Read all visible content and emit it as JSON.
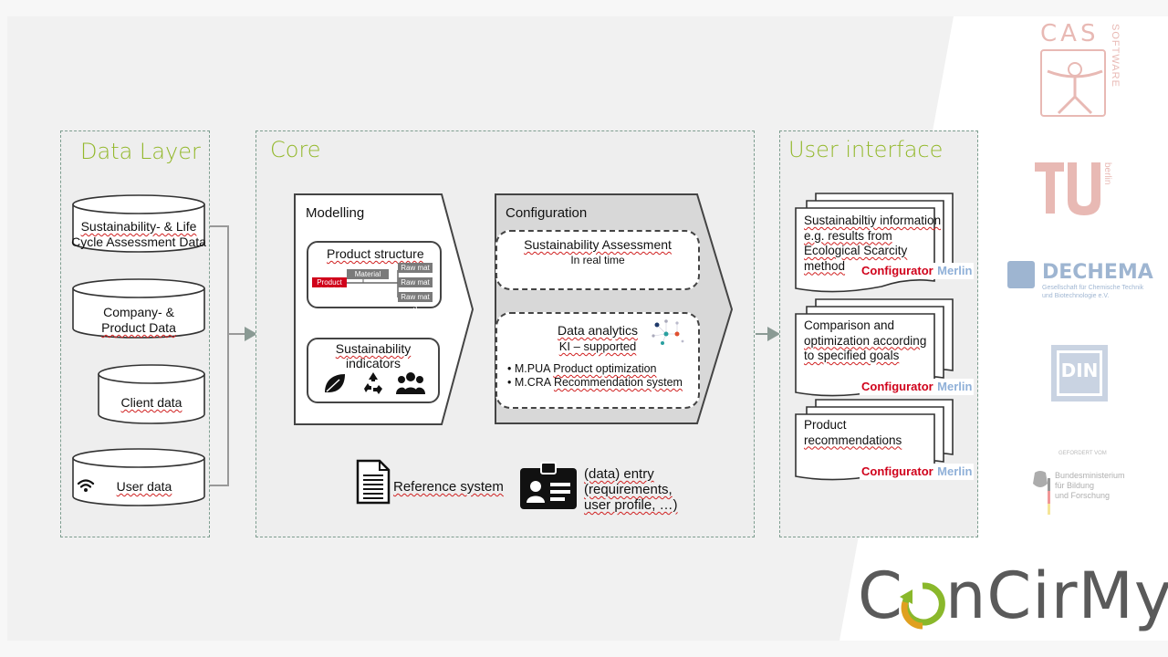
{
  "sections": {
    "data_layer": "Data Layer",
    "core": "Core",
    "user_interface": "User interface"
  },
  "data_layer": {
    "items": [
      {
        "line1": "Sustainability- & Life",
        "line2": "Cycle Assessment Data"
      },
      {
        "line1": "Company- &",
        "line2": "Product Data"
      },
      {
        "line1": "Client data",
        "line2": ""
      },
      {
        "line1": "User data",
        "line2": ""
      }
    ]
  },
  "core": {
    "modelling": {
      "title": "Modelling",
      "product_structure": "Product structure",
      "product": "Product",
      "material": "Material",
      "raw_mats": [
        "Raw mat 1",
        "Raw mat 2",
        "Raw mat 3"
      ],
      "indicators_line1": "Sustainability",
      "indicators_line2": "indicators"
    },
    "configuration": {
      "title": "Configuration",
      "assessment_title": "Sustainability Assessment",
      "assessment_sub": "In real time",
      "analytics_title": "Data analytics",
      "analytics_sub": "KI – supported",
      "bullets": [
        {
          "code": "M.PUA",
          "text": "Product optimization"
        },
        {
          "code": "M.CRA",
          "text": "Recommendation system"
        }
      ]
    },
    "reference_system": "Reference system",
    "entry": {
      "line1": "(data) entry",
      "line2": "(requirements,",
      "line3": "user profile, …)"
    }
  },
  "user_interface": {
    "cards": [
      {
        "lines": [
          "Sustainabiltiy information",
          "e.g. results from",
          "Ecological Scarcity",
          "method"
        ]
      },
      {
        "lines": [
          "Comparison and",
          "optimization according",
          "to specified goals"
        ]
      },
      {
        "lines": [
          "Product",
          "recommendations"
        ]
      }
    ],
    "configurator_a": "Configurator",
    "configurator_b": "Merlin"
  },
  "logos": {
    "cas_main": "CAS",
    "cas_side": "SOFTWARE",
    "tu_side": "berlin",
    "dechema": "DECHEMA",
    "dechema_sub1": "Gesellschaft für Chemische Technik",
    "dechema_sub2": "und Biotechnologie e.V.",
    "din": "DIN",
    "bmbf_top": "GEFÖRDERT VOM",
    "bmbf_1": "Bundesministerium",
    "bmbf_2": "für Bildung",
    "bmbf_3": "und Forschung",
    "concirmy_a": "C",
    "concirmy_b": "nCirMy"
  },
  "colors": {
    "accent_green": "#93b82b",
    "configurator_red": "#d0021b",
    "merlin_blue": "#8fb0d8",
    "concirmy_gray": "#5a5a5a"
  }
}
